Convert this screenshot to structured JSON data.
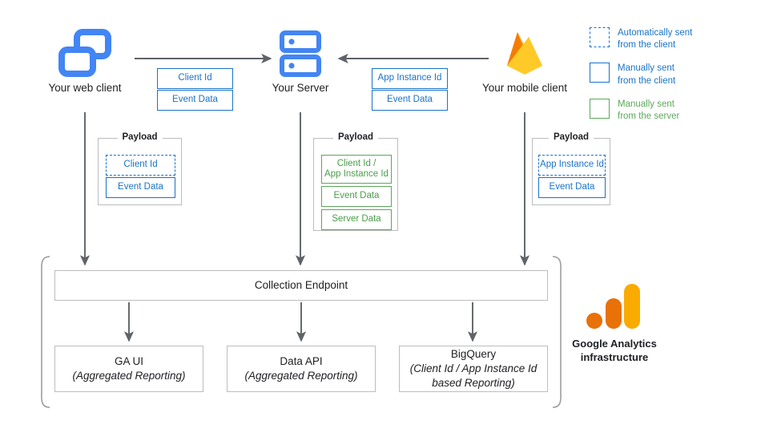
{
  "diagram": {
    "title": "Google Analytics data collection flow",
    "colors": {
      "client_blue": "#1a73c8",
      "server_green": "#5ba75b",
      "arrow_grey": "#5f6368",
      "box_border": "#bdbdbd",
      "ga_orange_circle": "#e8710a",
      "ga_orange_bar": "#e8710a",
      "ga_yellow_bar": "#f9ab00"
    }
  },
  "nodes": {
    "web_client": {
      "label": "Your web client",
      "icon": "browser-windows-icon"
    },
    "server": {
      "label": "Your Server",
      "icon": "server-rack-icon"
    },
    "mobile_client": {
      "label": "Your mobile client",
      "icon": "firebase-flame-icon"
    }
  },
  "transport": {
    "web_to_server": [
      {
        "label": "Client Id",
        "style": "solid-blue"
      },
      {
        "label": "Event Data",
        "style": "solid-blue"
      }
    ],
    "mobile_to_server": [
      {
        "label": "App Instance Id",
        "style": "solid-blue"
      },
      {
        "label": "Event Data",
        "style": "solid-blue"
      }
    ]
  },
  "payloads": [
    {
      "title": "Payload",
      "items": [
        {
          "label": "Client Id",
          "style": "dashed-blue"
        },
        {
          "label": "Event Data",
          "style": "solid-blue"
        }
      ]
    },
    {
      "title": "Payload",
      "items": [
        {
          "label": "Client Id /\nApp Instance Id",
          "line1": "Client Id /",
          "line2": "App Instance Id",
          "style": "solid-green"
        },
        {
          "label": "Event Data",
          "style": "solid-green"
        },
        {
          "label": "Server Data",
          "style": "solid-green"
        }
      ]
    },
    {
      "title": "Payload",
      "items": [
        {
          "label": "App Instance Id",
          "style": "dashed-blue"
        },
        {
          "label": "Event Data",
          "style": "solid-blue"
        }
      ]
    }
  ],
  "infrastructure": {
    "collection_endpoint": {
      "label": "Collection Endpoint"
    },
    "outputs": [
      {
        "title": "GA UI",
        "subtitle": "(Aggregated Reporting)"
      },
      {
        "title": "Data API",
        "subtitle": "(Aggregated Reporting)"
      },
      {
        "title": "BigQuery",
        "subtitle_line1": "(Client Id / App Instance Id",
        "subtitle_line2": "based Reporting)"
      }
    ],
    "brand": {
      "line1": "Google Analytics",
      "line2": "infrastructure",
      "icon": "google-analytics-logo"
    }
  },
  "legend": {
    "items": [
      {
        "line1": "Automatically sent",
        "line2": "from the client",
        "swatch": "dashed-blue"
      },
      {
        "line1": "Manually sent",
        "line2": "from the client",
        "swatch": "solid-blue"
      },
      {
        "line1": "Manually sent",
        "line2": "from the server",
        "swatch": "solid-green"
      }
    ]
  }
}
